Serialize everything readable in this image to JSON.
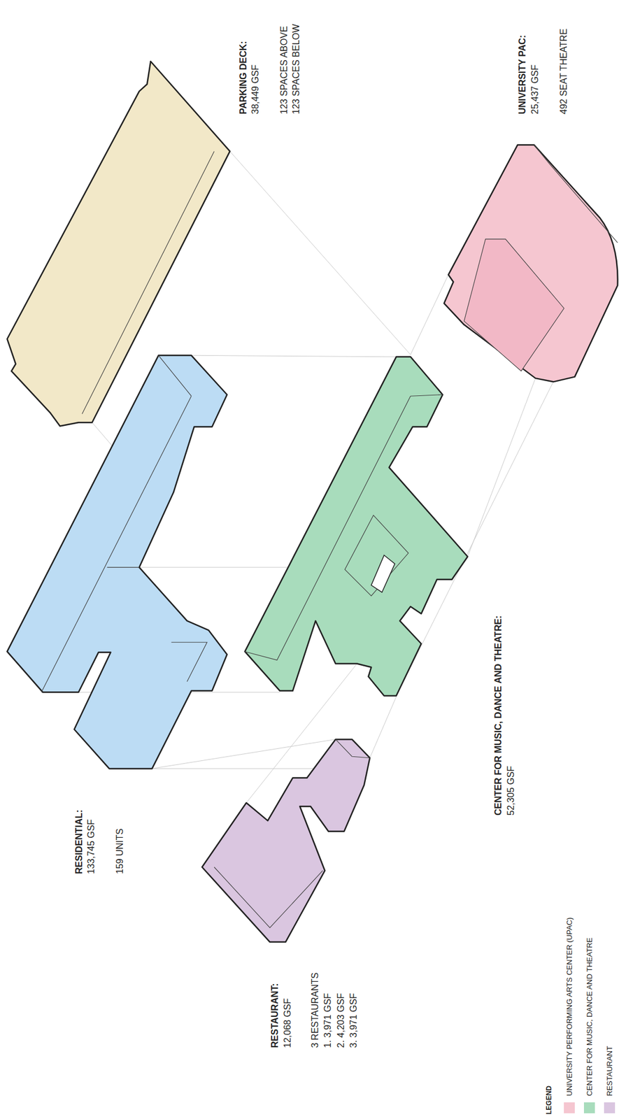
{
  "diagram": {
    "nodes": [
      {
        "text": [
          "PARKING DECK:",
          "38,449 GSF",
          "123 SPACES ABOVE",
          "123 SPACES BELOW"
        ]
      },
      {
        "text": [
          "UNIVERSITY PAC:",
          "25,437 GSF",
          "492 SEAT THEATRE"
        ]
      },
      {
        "text": [
          "RESIDENTIAL:",
          "133,745 GSF",
          "159 UNITS"
        ]
      },
      {
        "text": [
          "CENTER FOR MUSIC, DANCE AND THEATRE:",
          "52,305 GSF"
        ]
      },
      {
        "text": [
          "RESTAURANT:",
          "12,068 GSF",
          "3 RESTAURANTS",
          "1. 3,971 GSF",
          "2. 4,203 GSF",
          "3. 3,971 GSF"
        ]
      }
    ],
    "labels": [
      "LEGEND"
    ],
    "legend": [
      {
        "text": "UNIVERSITY PERFORMING ARTS CENTER (UPAC)",
        "color": "#f5c6d0"
      },
      {
        "text": "CENTER FOR MUSIC, DANCE AND THEATRE",
        "color": "#a8dcbc"
      },
      {
        "text": "RESTAURANT",
        "color": "#dac6e0"
      }
    ]
  }
}
